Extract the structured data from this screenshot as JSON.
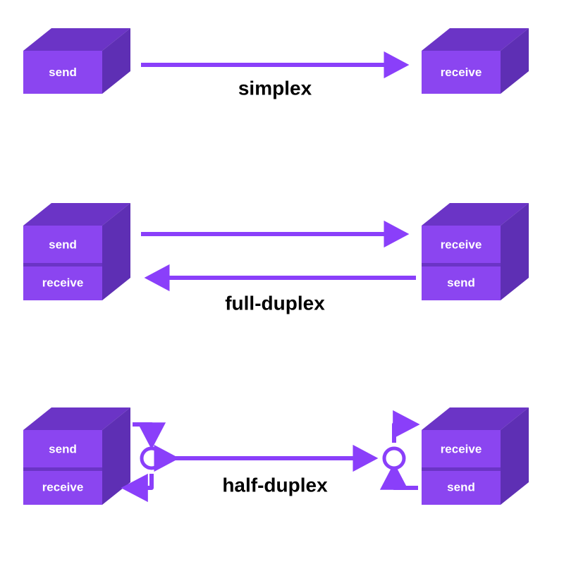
{
  "diagram": {
    "title_hidden": "Data transmission modes",
    "colors": {
      "box_front": "#8B45F0",
      "box_top": "#6B34C6",
      "box_side": "#5E2FB4",
      "box_divider": "#6B34C6",
      "arrow": "#8A3FFA",
      "label_text": "#000000",
      "box_text": "#FFFFFF",
      "background": "#FFFFFF",
      "circle_fill": "#FFFFFF"
    },
    "sections": [
      {
        "id": "simplex",
        "label": "simplex",
        "left_node": {
          "faces": [
            "send"
          ]
        },
        "right_node": {
          "faces": [
            "receive"
          ]
        },
        "links": [
          {
            "direction": "left-to-right",
            "arrowheads": "end"
          }
        ]
      },
      {
        "id": "full-duplex",
        "label": "full-duplex",
        "left_node": {
          "faces": [
            "send",
            "receive"
          ]
        },
        "right_node": {
          "faces": [
            "receive",
            "send"
          ]
        },
        "links": [
          {
            "direction": "left-to-right",
            "arrowheads": "end"
          },
          {
            "direction": "right-to-left",
            "arrowheads": "end"
          }
        ]
      },
      {
        "id": "half-duplex",
        "label": "half-duplex",
        "left_node": {
          "faces": [
            "send",
            "receive"
          ]
        },
        "right_node": {
          "faces": [
            "receive",
            "send"
          ]
        },
        "links": [
          {
            "direction": "bidirectional",
            "arrowheads": "both"
          }
        ],
        "switches": [
          {
            "side": "left",
            "shape": "circle-node"
          },
          {
            "side": "right",
            "shape": "circle-node"
          }
        ]
      }
    ]
  }
}
